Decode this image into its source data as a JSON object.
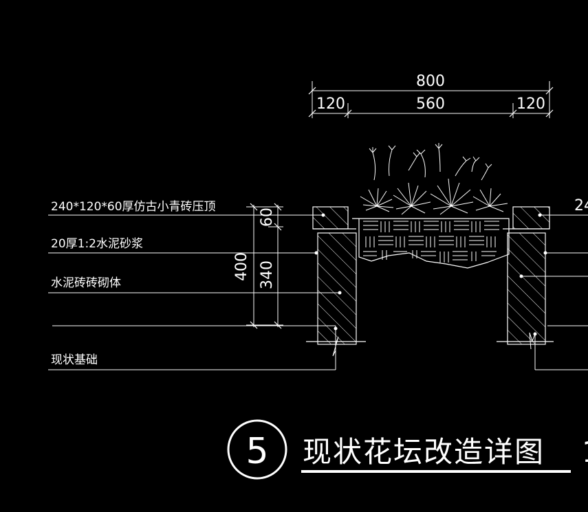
{
  "colors": {
    "background": "#000000",
    "lines": "#ffffff"
  },
  "dimensions": {
    "top_total": "800",
    "top_left": "120",
    "top_mid": "560",
    "top_right": "120",
    "vertical_total": "400",
    "vertical_cap": "60",
    "vertical_wall": "340"
  },
  "callouts": {
    "cap": "240*120*60厚仿古小青砖压顶",
    "mortar": "20厚1:2水泥砂浆",
    "masonry": "水泥砖砖砌体",
    "foundation": "现状基础",
    "right_cut": "24"
  },
  "title_block": {
    "number": "5",
    "title": "现状花坛改造详图",
    "trailing": "1"
  }
}
